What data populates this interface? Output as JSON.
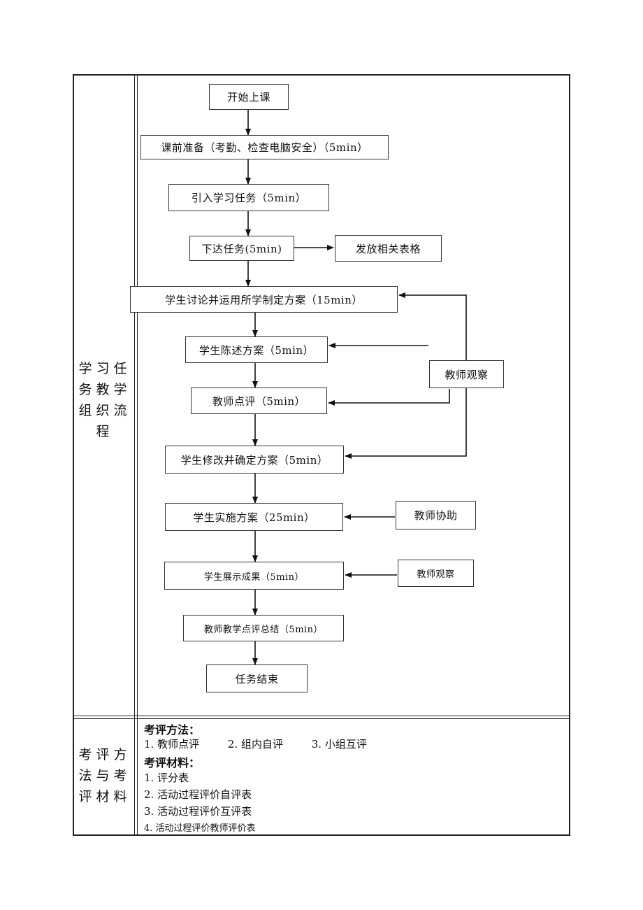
{
  "row1": {
    "label_lines": [
      "学习任",
      "务教学",
      "组织流",
      "程"
    ],
    "flow": {
      "start": "开始上课",
      "prep": "课前准备（考勤、检查电脑安全）（5min）",
      "intro": "引入学习任务（5min）",
      "assign": "下达任务(5min)",
      "handout": "发放相关表格",
      "discuss": "学生讨论并运用所学制定方案（15min）",
      "present": "学生陈述方案（5min）",
      "comment": "教师点评（5min）",
      "revise": "学生修改并确定方案（5min）",
      "implement": "学生实施方案（25min）",
      "show": "学生展示成果（5min）",
      "summary": "教师教学点评总结（5min）",
      "end": "任务结束",
      "observe1": "教师观察",
      "assist": "教师协助",
      "observe2": "教师观察"
    }
  },
  "row2": {
    "label_lines": [
      "考评方",
      "法与考",
      "评材料"
    ],
    "methods_heading": "考评方法：",
    "methods": [
      "1. 教师点评",
      "2. 组内自评",
      "3. 小组互评"
    ],
    "materials_heading": "考评材料：",
    "materials": [
      "1. 评分表",
      "2. 活动过程评价自评表",
      "3. 活动过程评价互评表",
      "4. 活动过程评价教师评价表"
    ]
  }
}
